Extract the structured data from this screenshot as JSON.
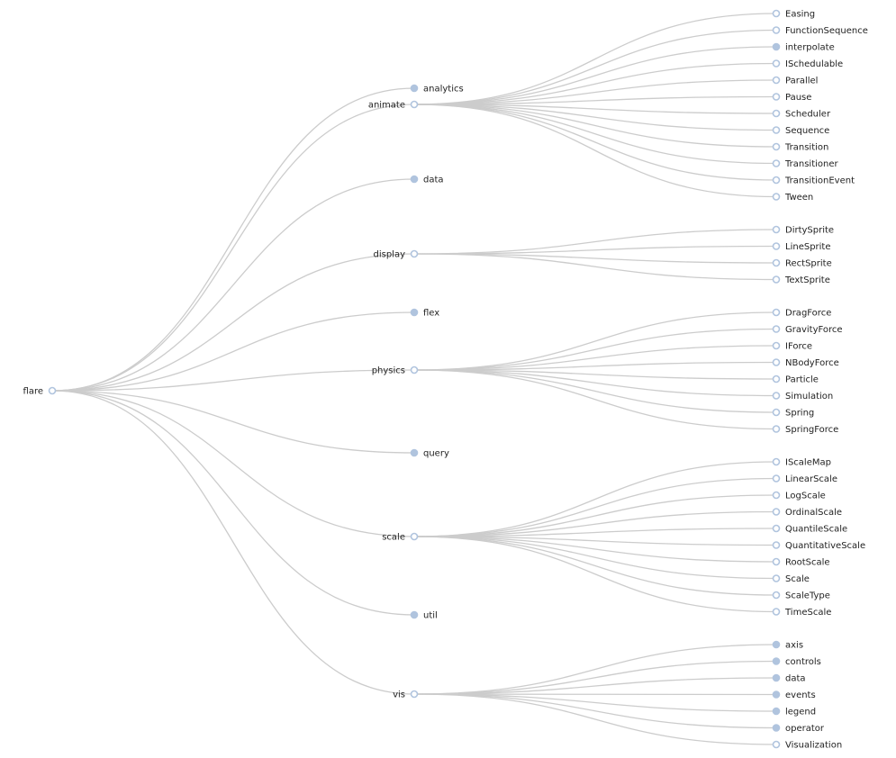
{
  "tree": {
    "name": "flare",
    "children": [
      {
        "name": "analytics",
        "collapsed": true
      },
      {
        "name": "animate",
        "children": [
          {
            "name": "Easing"
          },
          {
            "name": "FunctionSequence"
          },
          {
            "name": "interpolate",
            "collapsed": true
          },
          {
            "name": "ISchedulable"
          },
          {
            "name": "Parallel"
          },
          {
            "name": "Pause"
          },
          {
            "name": "Scheduler"
          },
          {
            "name": "Sequence"
          },
          {
            "name": "Transition"
          },
          {
            "name": "Transitioner"
          },
          {
            "name": "TransitionEvent"
          },
          {
            "name": "Tween"
          }
        ]
      },
      {
        "name": "data",
        "collapsed": true
      },
      {
        "name": "display",
        "children": [
          {
            "name": "DirtySprite"
          },
          {
            "name": "LineSprite"
          },
          {
            "name": "RectSprite"
          },
          {
            "name": "TextSprite"
          }
        ]
      },
      {
        "name": "flex",
        "collapsed": true
      },
      {
        "name": "physics",
        "children": [
          {
            "name": "DragForce"
          },
          {
            "name": "GravityForce"
          },
          {
            "name": "IForce"
          },
          {
            "name": "NBodyForce"
          },
          {
            "name": "Particle"
          },
          {
            "name": "Simulation"
          },
          {
            "name": "Spring"
          },
          {
            "name": "SpringForce"
          }
        ]
      },
      {
        "name": "query",
        "collapsed": true
      },
      {
        "name": "scale",
        "children": [
          {
            "name": "IScaleMap"
          },
          {
            "name": "LinearScale"
          },
          {
            "name": "LogScale"
          },
          {
            "name": "OrdinalScale"
          },
          {
            "name": "QuantileScale"
          },
          {
            "name": "QuantitativeScale"
          },
          {
            "name": "RootScale"
          },
          {
            "name": "Scale"
          },
          {
            "name": "ScaleType"
          },
          {
            "name": "TimeScale"
          }
        ]
      },
      {
        "name": "util",
        "collapsed": true
      },
      {
        "name": "vis",
        "children": [
          {
            "name": "axis",
            "collapsed": true
          },
          {
            "name": "controls",
            "collapsed": true
          },
          {
            "name": "data",
            "collapsed": true
          },
          {
            "name": "events",
            "collapsed": true
          },
          {
            "name": "legend",
            "collapsed": true
          },
          {
            "name": "operator",
            "collapsed": true
          },
          {
            "name": "Visualization"
          }
        ]
      }
    ]
  },
  "colors": {
    "link": "#cccccc",
    "node_stroke": "#b0c4de",
    "node_collapsed_fill": "#b0c4de",
    "node_expanded_fill": "#ffffff",
    "label": "#222222"
  }
}
